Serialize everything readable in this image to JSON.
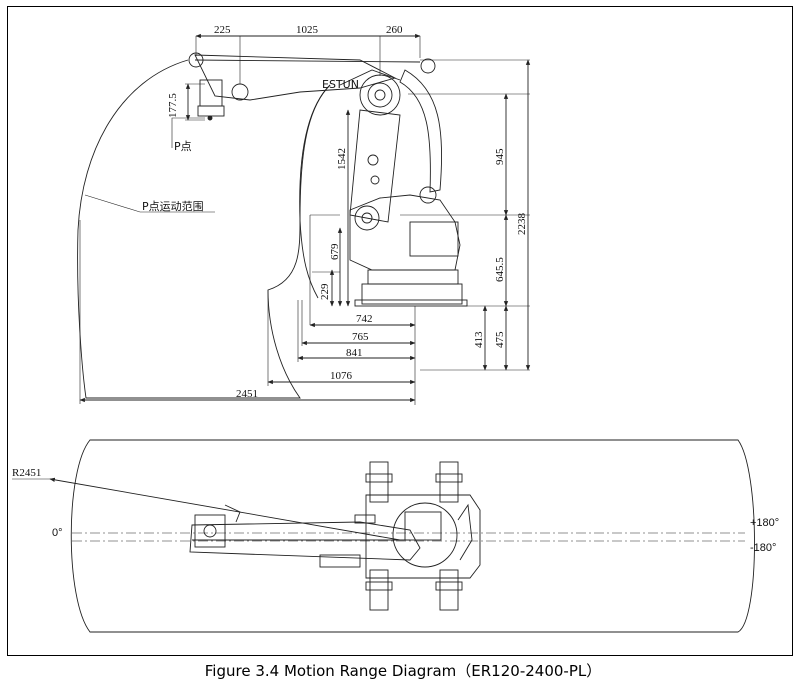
{
  "caption": "Figure 3.4 Motion Range Diagram（ER120-2400-PL）",
  "side_view": {
    "brand_label": "ESTUN",
    "point_label": "P点",
    "range_label": "P点运动范围",
    "dimensions": {
      "d225": "225",
      "d1025": "1025",
      "d260": "260",
      "d177_5": "177.5",
      "d1542": "1542",
      "d945": "945",
      "d2238": "2238",
      "d679": "679",
      "d645_5": "645.5",
      "d229": "229",
      "d413": "413",
      "d475": "475",
      "d742": "742",
      "d765": "765",
      "d841": "841",
      "d1076": "1076",
      "d2451": "2451"
    }
  },
  "top_view": {
    "radius_label": "R2451",
    "angle_zero": "0°",
    "angle_pos": "+180°",
    "angle_neg": "-180°"
  }
}
